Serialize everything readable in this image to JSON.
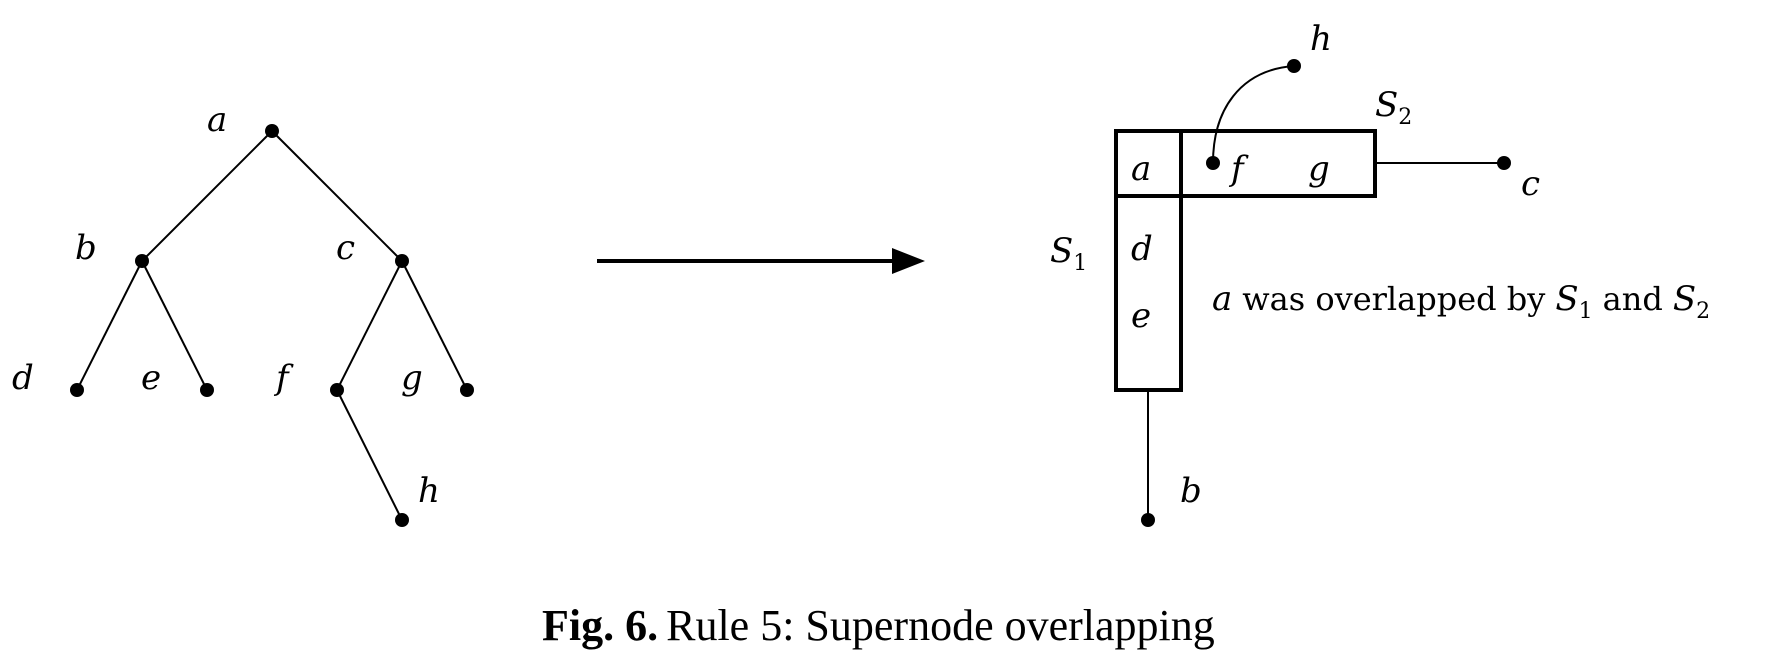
{
  "tree": {
    "labels": {
      "a": "a",
      "b": "b",
      "c": "c",
      "d": "d",
      "e": "e",
      "f": "f",
      "g": "g",
      "h": "h"
    }
  },
  "result": {
    "s1": {
      "name": "S",
      "sub": "1"
    },
    "s2": {
      "name": "S",
      "sub": "2"
    },
    "cells": {
      "a": "a",
      "f": "f",
      "g": "g",
      "d": "d",
      "e": "e"
    },
    "nodes": {
      "h": "h",
      "c": "c",
      "b": "b"
    },
    "note": {
      "var": "a",
      "text1": "was overlapped by",
      "s1": "S",
      "s1_sub": "1",
      "and": "and",
      "s2": "S",
      "s2_sub": "2"
    }
  },
  "caption": {
    "bold": "Fig. 6.",
    "text": "Rule 5: Supernode overlapping"
  }
}
